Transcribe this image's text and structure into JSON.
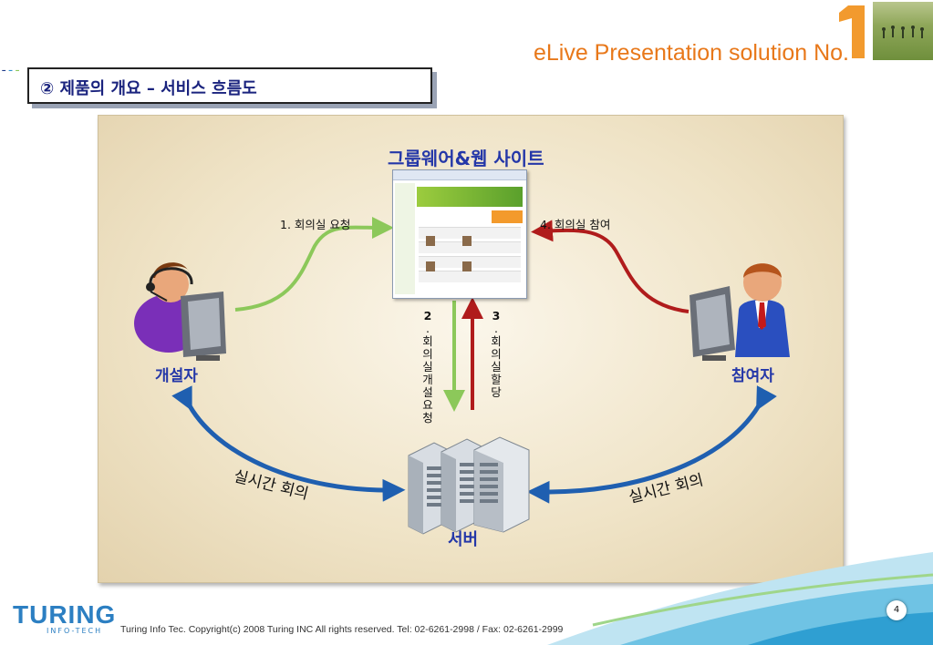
{
  "header": {
    "brand_text": "eLive Presentation solution No.",
    "brand_number": "1",
    "section_title": "② 제품의 개요 – 서비스 흐름도",
    "accent_color": "#e8781a"
  },
  "diagram": {
    "site_title": "그룹웨어&웹 사이트",
    "steps": {
      "step1": "1. 회의실 요청",
      "step2_number": "2",
      "step2_chars": [
        "회",
        "의",
        "실",
        "개",
        "설",
        "요",
        "청"
      ],
      "step3_number": "3",
      "step3_chars": [
        "회",
        "의",
        "실",
        "할",
        "당"
      ],
      "step4": "4. 회의실 참여"
    },
    "roles": {
      "host": "개설자",
      "participant": "참여자",
      "server": "서버"
    },
    "realtime_left": "실시간 회의",
    "realtime_right": "실시간 회의",
    "colors": {
      "green": "#8cc85a",
      "red": "#b01c1c",
      "blue": "#1f5fb0",
      "label_blue": "#2437a8"
    }
  },
  "footer": {
    "logo": "TURING",
    "logo_sub": "INFO-TECH",
    "copyright": "Turing Info Tec. Copyright(c) 2008 Turing INC All rights reserved. Tel: 02-6261-2998 / Fax: 02-6261-2999",
    "page_number": "4"
  }
}
